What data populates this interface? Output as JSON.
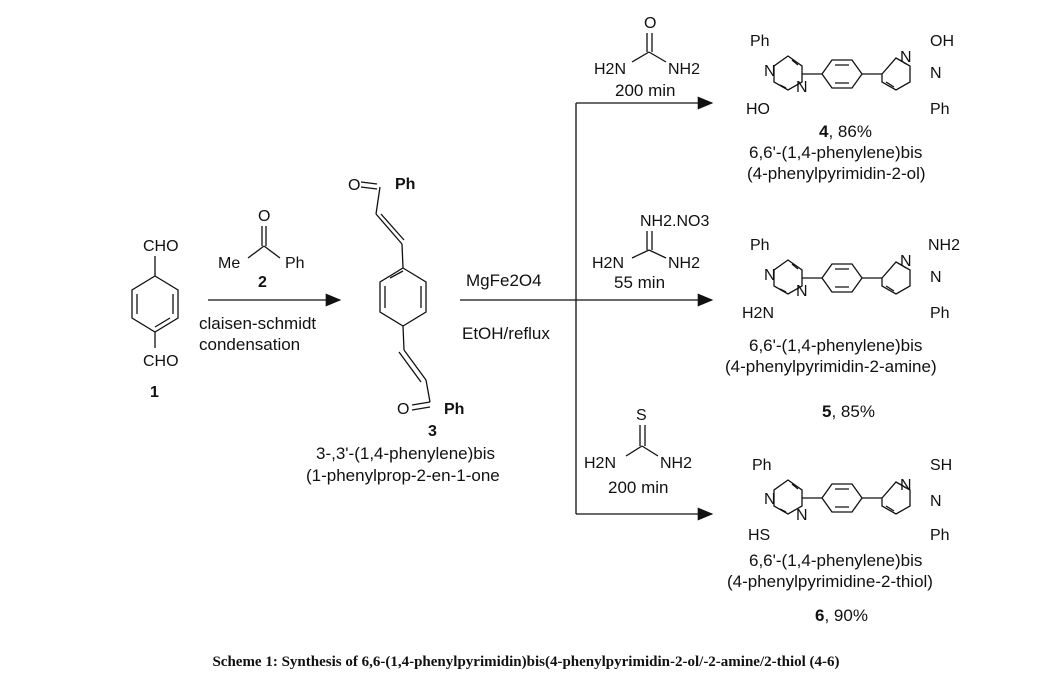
{
  "compound1": {
    "number": "1",
    "top_group": "CHO",
    "bottom_group": "CHO"
  },
  "reagent2": {
    "number": "2",
    "carbonyl_o": "O",
    "left_group": "Me",
    "right_group": "Ph"
  },
  "step1": {
    "line1": "claisen-schmidt",
    "line2": "condensation"
  },
  "compound3": {
    "number": "3",
    "top_o": "O",
    "top_ph": "Ph",
    "bottom_o": "O",
    "bottom_ph": "Ph",
    "name_line1": "3-,3'-(1,4-phenylene)bis",
    "name_line2": "(1-phenylprop-2-en-1-one"
  },
  "conditions": {
    "catalyst": "MgFe2O4",
    "solvent": "EtOH/reflux"
  },
  "reagents": {
    "urea": {
      "o": "O",
      "left": "H2N",
      "right": "NH2",
      "time": "200 min"
    },
    "guanidine": {
      "salt": "NH2.NO3",
      "left": "H2N",
      "right": "NH2",
      "time": "55 min"
    },
    "thiourea": {
      "s": "S",
      "left": "H2N",
      "right": "NH2",
      "time": "200 min"
    }
  },
  "products": {
    "p4": {
      "ph_top": "Ph",
      "ph_bottom": "Ph",
      "sub_right": "OH",
      "sub_left": "HO",
      "n": "N",
      "number": "4",
      "yield": ", 86%",
      "name_line1": "6,6'-(1,4-phenylene)bis",
      "name_line2": "(4-phenylpyrimidin-2-ol)"
    },
    "p5": {
      "ph_top": "Ph",
      "ph_bottom": "Ph",
      "sub_right": "NH2",
      "sub_left": "H2N",
      "n": "N",
      "number": "5",
      "yield": ", 85%",
      "name_line1": "6,6'-(1,4-phenylene)bis",
      "name_line2": "(4-phenylpyrimidin-2-amine)"
    },
    "p6": {
      "ph_top": "Ph",
      "ph_bottom": "Ph",
      "sub_right": "SH",
      "sub_left": "HS",
      "n": "N",
      "number": "6",
      "yield": ", 90%",
      "name_line1": "6,6'-(1,4-phenylene)bis",
      "name_line2": "(4-phenylpyrimidine-2-thiol)"
    }
  },
  "caption": "Scheme 1: Synthesis of 6,6-(1,4-phenylpyrimidin)bis(4-phenylpyrimidin-2-ol/-2-amine/2-thiol (4-6)"
}
